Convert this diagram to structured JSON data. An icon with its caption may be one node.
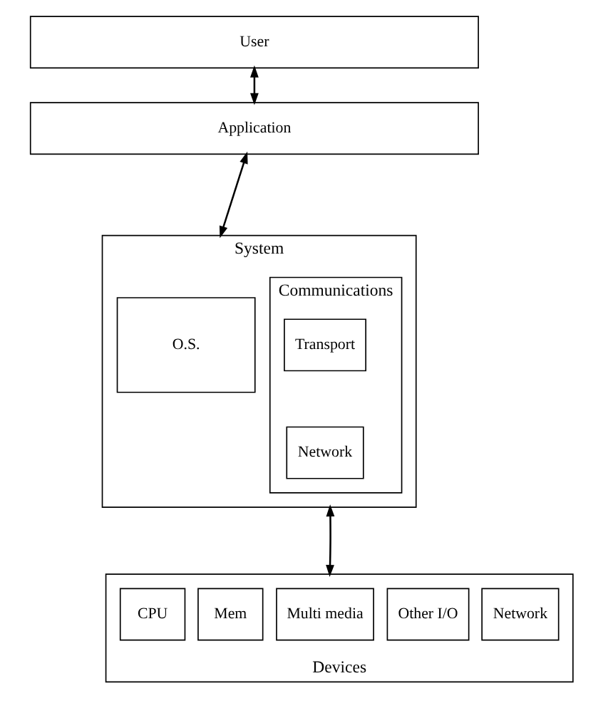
{
  "diagram": {
    "nodes": [
      {
        "text": [
          "User"
        ]
      },
      {
        "text": [
          "Application"
        ]
      },
      {
        "text": [
          "System"
        ]
      },
      {
        "text": [
          "O.S."
        ],
        "in": 2
      },
      {
        "text": [
          "Communications"
        ],
        "in": 2
      },
      {
        "text": [
          "Transport"
        ],
        "in": 4
      },
      {
        "text": [
          "Network"
        ],
        "in": 4
      },
      {
        "text": [
          "Devices"
        ]
      },
      {
        "text": [
          "CPU"
        ],
        "in": 7
      },
      {
        "text": [
          "Mem"
        ],
        "in": 7
      },
      {
        "text": [
          "Multi media"
        ],
        "in": 7
      },
      {
        "text": [
          "Other I/O"
        ],
        "in": 7
      },
      {
        "text": [
          "Network"
        ],
        "in": 7
      }
    ],
    "edges": [
      {
        "from": 0,
        "to": 1,
        "arrow": "both"
      },
      {
        "from": 1,
        "to": 2,
        "arrow": "both"
      },
      {
        "from": 2,
        "to": 7,
        "arrow": "both"
      }
    ]
  }
}
